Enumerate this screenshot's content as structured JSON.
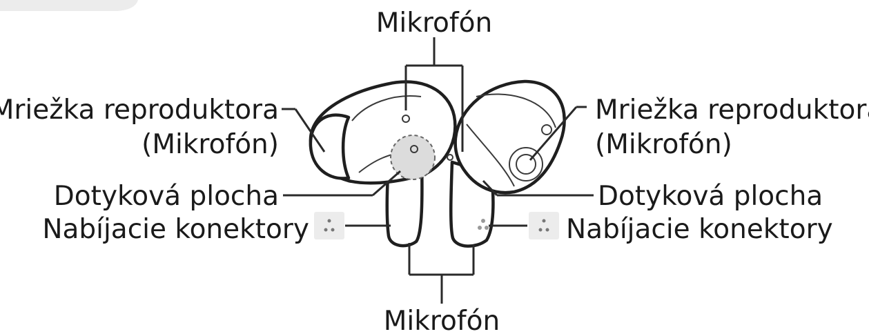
{
  "labels": {
    "mic_top": "Mikrofón",
    "mic_bottom": "Mikrofón",
    "speaker_left_1": "Mriežka reproduktora",
    "speaker_left_2": "(Mikrofón)",
    "speaker_right_1": "Mriežka reproduktora",
    "speaker_right_2": "(Mikrofón)",
    "touch_left": "Dotyková plocha",
    "touch_right": "Dotyková plocha",
    "charging_left": "Nabíjacie konektory",
    "charging_right": "Nabíjacie konektory"
  },
  "icons": {
    "left_earbud": "earbud-left-icon",
    "right_earbud": "earbud-right-icon",
    "charging_contacts": "charging-contacts-icon"
  },
  "colors": {
    "line": "#2a2a2a",
    "text": "#1a1a1a",
    "callout_box": "#ececec"
  }
}
